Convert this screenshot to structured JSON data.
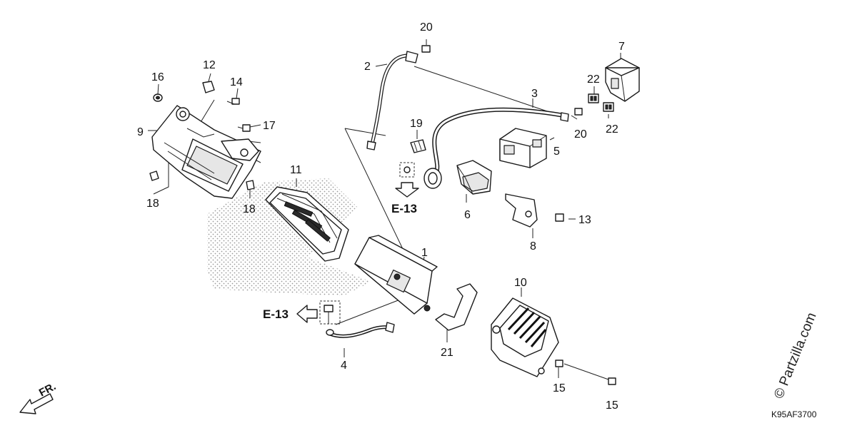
{
  "diagram": {
    "callouts": [
      "1",
      "2",
      "3",
      "4",
      "5",
      "6",
      "7",
      "8",
      "9",
      "10",
      "11",
      "12",
      "13",
      "14",
      "15",
      "15",
      "16",
      "17",
      "18",
      "18",
      "19",
      "20",
      "20",
      "21",
      "22",
      "22"
    ],
    "references": [
      "E-13",
      "E-13"
    ],
    "direction_label": "FR.",
    "diagram_code": "K95AF3700",
    "watermark": "© Partzilla.com"
  }
}
